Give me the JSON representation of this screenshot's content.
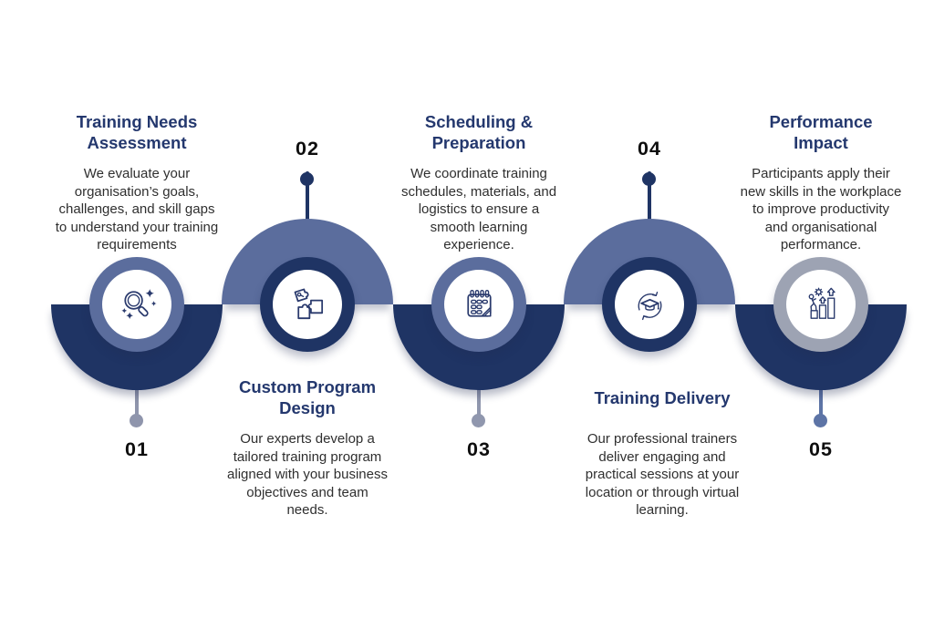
{
  "colors": {
    "navy": "#1f3464",
    "slate": "#5b6d9d",
    "gray_ring": "#9da3b3",
    "stem_gray": "#8f95ac",
    "stem_blue": "#5d74a6",
    "title_text": "#24386e",
    "body_text": "#2f2f2f",
    "number_text": "#0e0e0e",
    "background": "#ffffff",
    "icon_stroke": "#2a3a6d"
  },
  "steps": [
    {
      "number": "01",
      "title": "Training Needs\nAssessment",
      "description": "We evaluate your\norganisation’s goals,\nchallenges, and skill gaps\nto understand your training\nrequirements",
      "icon": "magnifier-sparkles-icon",
      "orientation": "down",
      "disc_color": "#1f3464",
      "ring_color": "#5b6d9d",
      "stem_color": "#8f95ac"
    },
    {
      "number": "02",
      "title": "Custom Program\nDesign",
      "description": "Our experts develop a\ntailored training program\naligned with your business\nobjectives and team\nneeds.",
      "icon": "puzzle-pieces-icon",
      "orientation": "up",
      "disc_color": "#5b6d9d",
      "ring_color": "#1f3464",
      "stem_color": "#1f3464"
    },
    {
      "number": "03",
      "title": "Scheduling &\nPreparation",
      "description": "We coordinate training\nschedules, materials, and\nlogistics to ensure a\nsmooth learning\nexperience.",
      "icon": "calendar-notepad-icon",
      "orientation": "down",
      "disc_color": "#1f3464",
      "ring_color": "#5b6d9d",
      "stem_color": "#9097ae"
    },
    {
      "number": "04",
      "title": "Training Delivery",
      "description": "Our professional trainers\ndeliver engaging and\npractical sessions at your\nlocation or through virtual\nlearning.",
      "icon": "graduation-refresh-icon",
      "orientation": "up",
      "disc_color": "#5b6d9d",
      "ring_color": "#1f3464",
      "stem_color": "#1f3464"
    },
    {
      "number": "05",
      "title": "Performance\nImpact",
      "description": "Participants apply their\nnew skills in the workplace\nto improve productivity\nand organisational\nperformance.",
      "icon": "growth-stairs-icon",
      "orientation": "down",
      "disc_color": "#1f3464",
      "ring_color": "#9da3b3",
      "stem_color": "#5d74a6"
    }
  ]
}
